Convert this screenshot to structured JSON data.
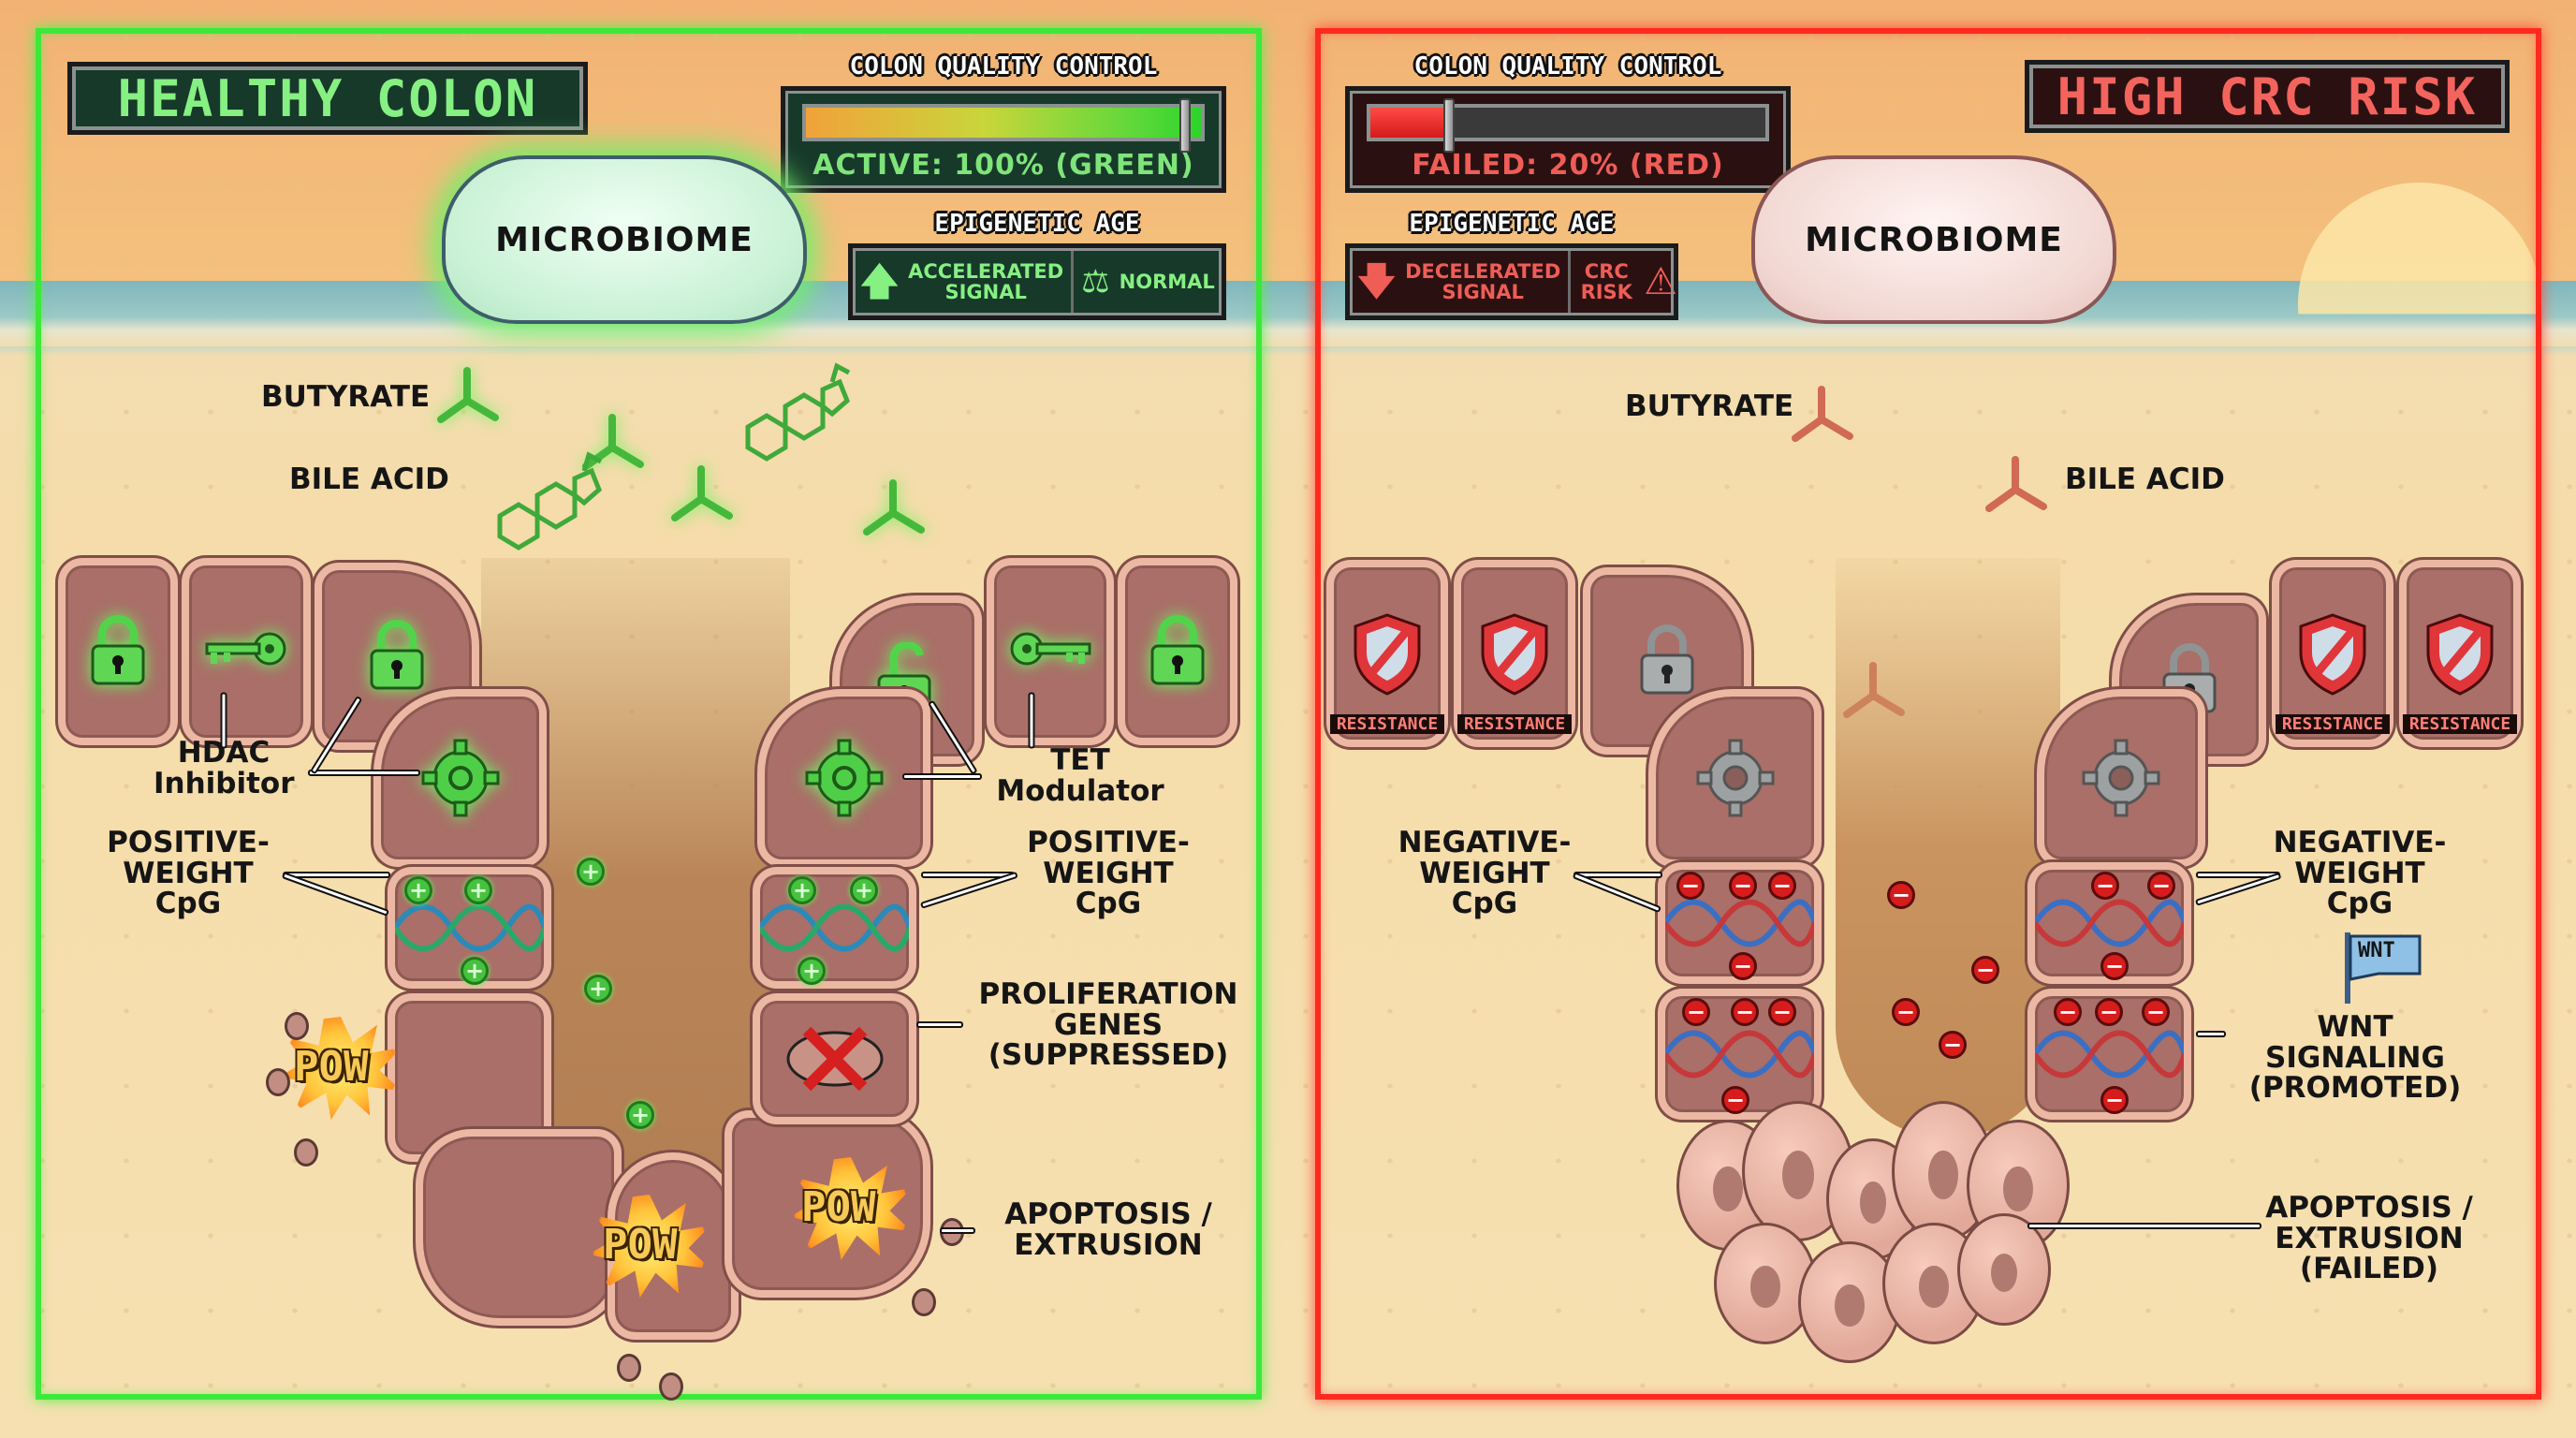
{
  "panels": {
    "healthy": {
      "title": "HEALTHY COLON",
      "border_color": "#3ee83a",
      "quality_control": {
        "label": "COLON QUALITY CONTROL",
        "percent": 100,
        "status": "ACTIVE: 100% (GREEN)"
      },
      "epigenetic_age": {
        "label": "EPIGENETIC AGE",
        "signal": "ACCELERATED SIGNAL",
        "signal_icon": "arrow-up-icon",
        "status": "NORMAL",
        "status_icon": "balance-scale-icon"
      },
      "microbiome": "MICROBIOME",
      "labels": {
        "butyrate": "BUTYRATE",
        "bile_acid": "BILE ACID",
        "hdac": "HDAC Inhibitor",
        "tet": "TET Modulator",
        "cpg_left": "POSITIVE- WEIGHT CpG",
        "cpg_right": "POSITIVE- WEIGHT CpG",
        "proliferation": "PROLIFERATION GENES (SUPPRESSED)",
        "apoptosis": "APOPTOSIS / EXTRUSION"
      },
      "cell_icons": [
        "lock-icon",
        "key-icon",
        "lock-icon",
        "gear-icon",
        "dna-plus-icon",
        "unlock-icon",
        "key-icon",
        "lock-icon",
        "gear-icon",
        "dna-plus-icon",
        "x-mark-icon"
      ],
      "pow_text": "POW",
      "pow_count": 3
    },
    "risk": {
      "title": "HIGH CRC RISK",
      "border_color": "#ff2a1f",
      "quality_control": {
        "label": "COLON QUALITY CONTROL",
        "percent": 20,
        "status": "FAILED: 20% (RED)"
      },
      "epigenetic_age": {
        "label": "EPIGENETIC AGE",
        "signal": "DECELERATED SIGNAL",
        "signal_icon": "arrow-down-icon",
        "status": "CRC RISK",
        "status_icon": "warning-triangle-icon"
      },
      "microbiome": "MICROBIOME",
      "labels": {
        "butyrate": "BUTYRATE",
        "bile_acid": "BILE ACID",
        "cpg_left": "NEGATIVE- WEIGHT CpG",
        "cpg_right": "NEGATIVE- WEIGHT CpG",
        "wnt_flag": "WNT",
        "wnt": "WNT SIGNALING (PROMOTED)",
        "apoptosis": "APOPTOSIS / EXTRUSION (FAILED)"
      },
      "resistance_tag": "RESISTANCE",
      "cell_icons": [
        "shield-blocked-icon",
        "shield-blocked-icon",
        "gray-lock-icon",
        "gray-gear-icon",
        "dna-minus-icon",
        "dna-minus-icon",
        "gray-lock-icon",
        "shield-blocked-icon",
        "shield-blocked-icon",
        "gray-gear-icon",
        "dna-minus-icon",
        "dna-minus-icon"
      ]
    }
  },
  "colors": {
    "healthy_accent": "#86f082",
    "risk_accent": "#ef5d57",
    "plate_green": "#17392a",
    "plate_red": "#2b1011",
    "cell_fill": "#a96f68",
    "cell_rim": "#ecb8a4",
    "sand": "#f5dcaa"
  }
}
